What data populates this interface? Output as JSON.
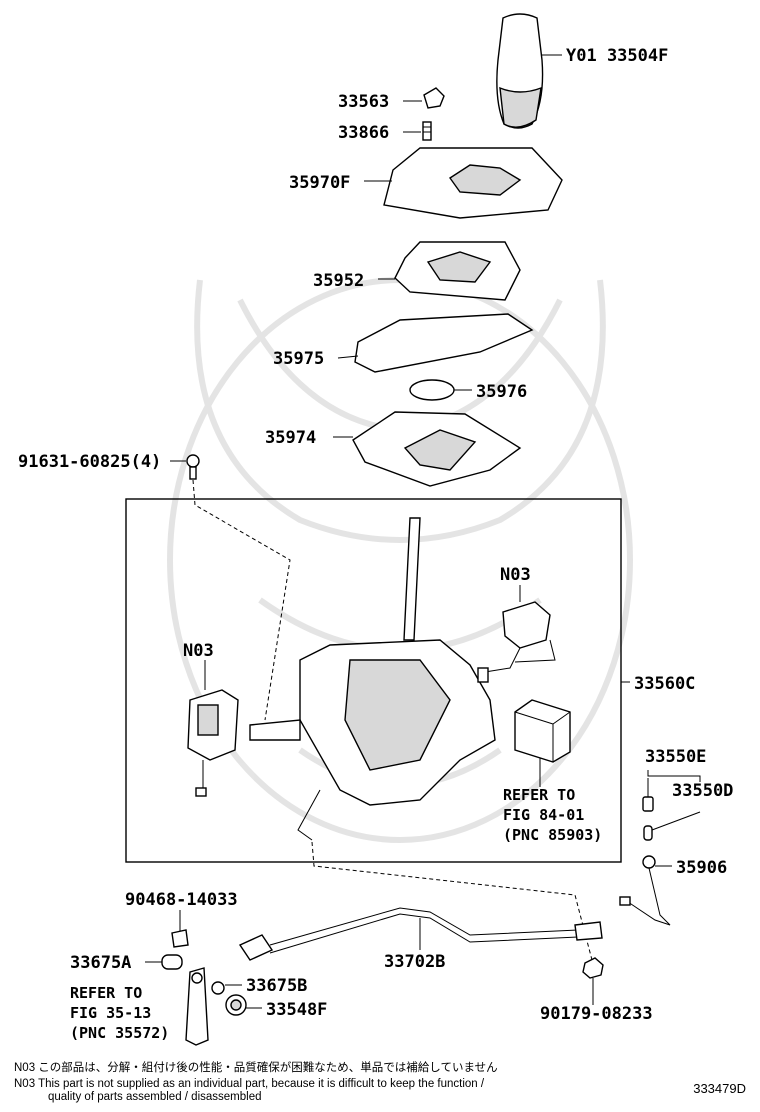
{
  "parts": {
    "p1": "Y01 33504F",
    "p2": "33563",
    "p3": "33866",
    "p4": "35970F",
    "p5": "35952",
    "p6": "35975",
    "p7": "35976",
    "p8": "35974",
    "p9": "91631-60825(4)",
    "p10": "N03",
    "p11": "N03",
    "p12": "33560C",
    "p13": "33550E",
    "p14": "33550D",
    "p15": "35906",
    "p16": "90468-14033",
    "p17": "33675A",
    "p18": "33702B",
    "p19": "33675B",
    "p20": "33548F",
    "p21": "90179-08233"
  },
  "refs": {
    "r1": [
      "REFER TO",
      "FIG 84-01",
      "(PNC 85903)"
    ],
    "r2": [
      "REFER TO",
      "FIG 35-13",
      "(PNC 35572)"
    ]
  },
  "footer": {
    "n03_jp": "N03  この部品は、分解・組付け後の性能・品質確保が困難なため、単品では補給していません",
    "n03_en_1": "N03  This part is not supplied as an individual part, because it is difficult to keep the function /",
    "n03_en_2": "quality of parts  assembled / disassembled",
    "diagram_code": "333479D"
  }
}
